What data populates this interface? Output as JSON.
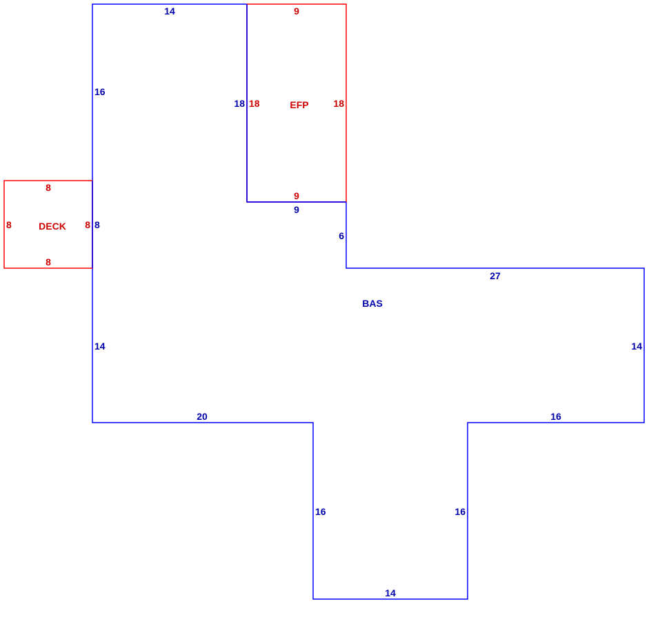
{
  "colors": {
    "bas": "#0000FF",
    "bas_text": "#0000AA",
    "addon": "#FF0000",
    "addon_text": "#CC0000"
  },
  "areas": {
    "bas": {
      "label": "BAS",
      "sides": {
        "top": "14",
        "left_upper": "16",
        "efp_shared": "18",
        "efp_bottom": "9",
        "step": "6",
        "right_top": "27",
        "right": "14",
        "right_bottom": "16",
        "stem_right": "16",
        "stem_bottom": "14",
        "stem_left": "16",
        "left_bottom": "20",
        "left_lower": "14",
        "deck_shared": "8"
      }
    },
    "efp": {
      "label": "EFP",
      "sides": {
        "top": "9",
        "left": "18",
        "right": "18",
        "bottom": "9"
      }
    },
    "deck": {
      "label": "DECK",
      "sides": {
        "top": "8",
        "left": "8",
        "right": "8",
        "bottom": "8"
      }
    }
  }
}
